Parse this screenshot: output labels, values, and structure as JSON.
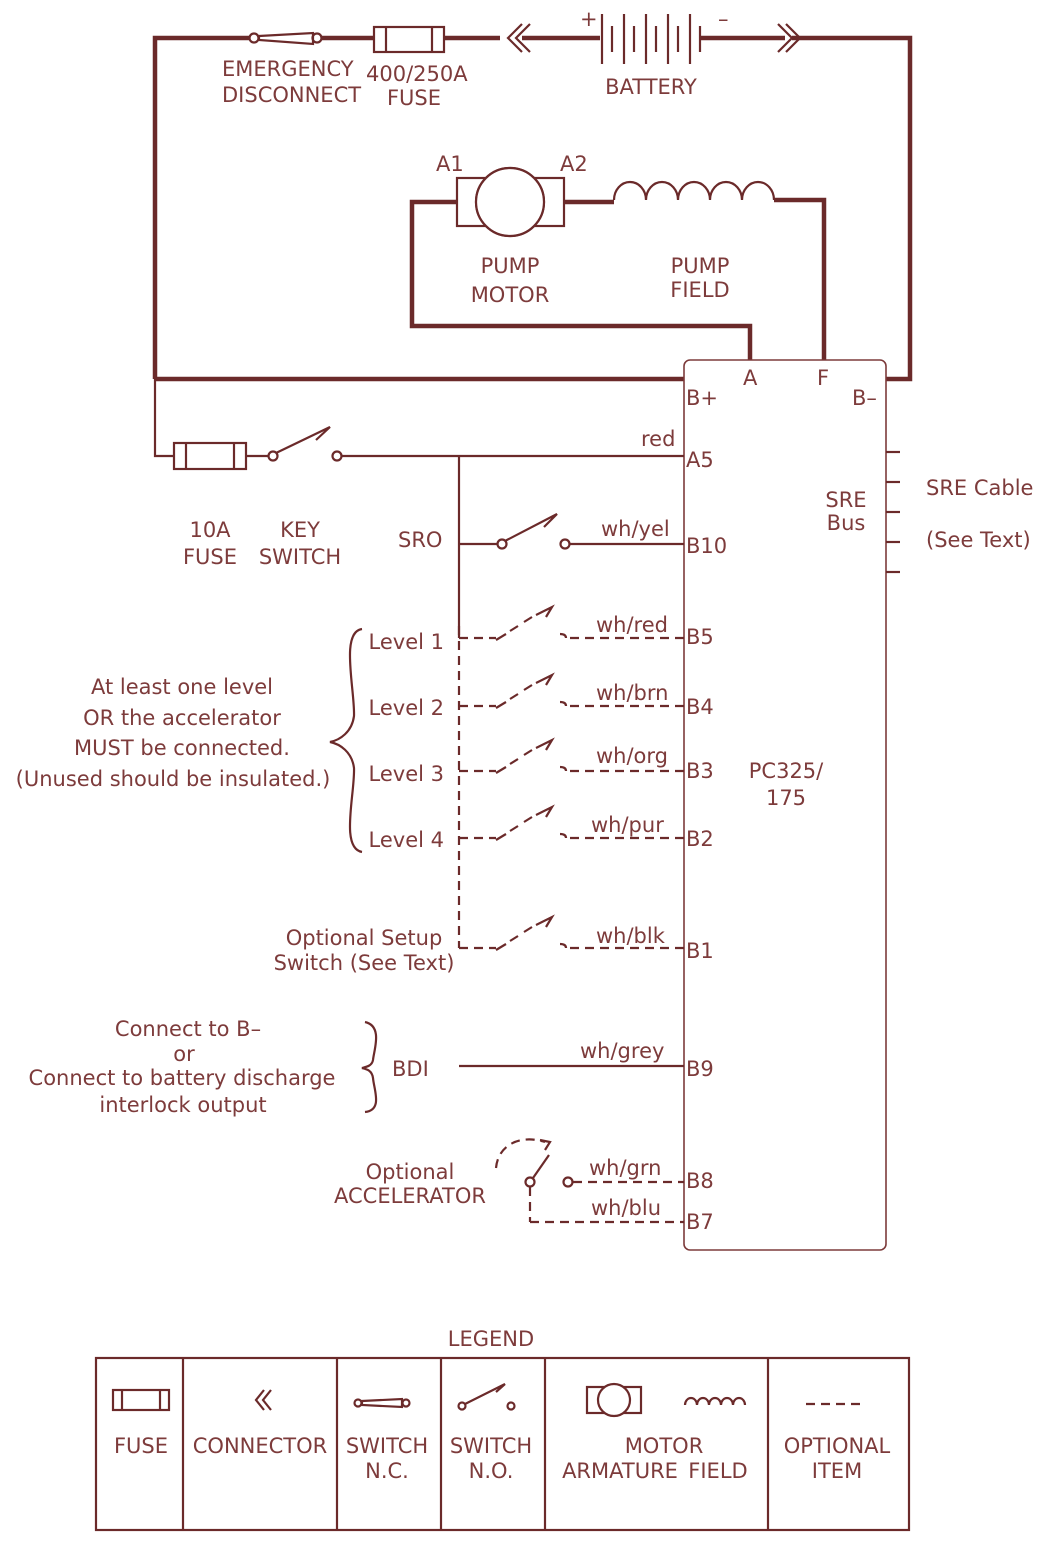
{
  "power": {
    "emergency_disconnect_line1": "EMERGENCY",
    "emergency_disconnect_line2": "DISCONNECT",
    "main_fuse_line1": "400/250A",
    "main_fuse_line2": "FUSE",
    "battery_label": "BATTERY",
    "battery_plus": "+",
    "battery_minus": "–"
  },
  "pump": {
    "a1": "A1",
    "a2": "A2",
    "motor_line1": "PUMP",
    "motor_line2": "MOTOR",
    "field_line1": "PUMP",
    "field_line2": "FIELD"
  },
  "controller": {
    "terminal_a": "A",
    "terminal_f": "F",
    "terminal_bplus": "B+",
    "terminal_bminus": "B–",
    "name_line1": "PC325/",
    "name_line2": "175",
    "pins": {
      "a5": "A5",
      "b10": "B10",
      "b5": "B5",
      "b4": "B4",
      "b3": "B3",
      "b2": "B2",
      "b1": "B1",
      "b9": "B9",
      "b8": "B8",
      "b7": "B7"
    },
    "sre_bus_line1": "SRE",
    "sre_bus_line2": "Bus",
    "sre_cable": "SRE Cable",
    "see_text": "(See Text)"
  },
  "control": {
    "fuse_line1": "10A",
    "fuse_line2": "FUSE",
    "key_line1": "KEY",
    "key_line2": "SWITCH",
    "sro": "SRO",
    "levels": [
      "Level 1",
      "Level 2",
      "Level 3",
      "Level 4"
    ],
    "setup_line1": "Optional Setup",
    "setup_line2": "Switch (See Text)",
    "note_lines": [
      "At least one level",
      "OR the accelerator",
      "MUST be connected.",
      "(Unused should be insulated.)"
    ],
    "bdi": "BDI",
    "bdi_note_lines": [
      "Connect to B–",
      "or",
      "Connect to battery discharge",
      "interlock output"
    ],
    "accel_line1": "Optional",
    "accel_line2": "ACCELERATOR"
  },
  "wires": {
    "red": "red",
    "wh_yel": "wh/yel",
    "wh_red": "wh/red",
    "wh_brn": "wh/brn",
    "wh_org": "wh/org",
    "wh_pur": "wh/pur",
    "wh_blk": "wh/blk",
    "wh_grey": "wh/grey",
    "wh_grn": "wh/grn",
    "wh_blu": "wh/blu"
  },
  "legend": {
    "title": "LEGEND",
    "fuse": "FUSE",
    "connector": "CONNECTOR",
    "switch_nc_line1": "SWITCH",
    "switch_nc_line2": "N.C.",
    "switch_no_line1": "SWITCH",
    "switch_no_line2": "N.O.",
    "motor": "MOTOR",
    "armature": "ARMATURE",
    "field": "FIELD",
    "optional_line1": "OPTIONAL",
    "optional_line2": "ITEM"
  }
}
